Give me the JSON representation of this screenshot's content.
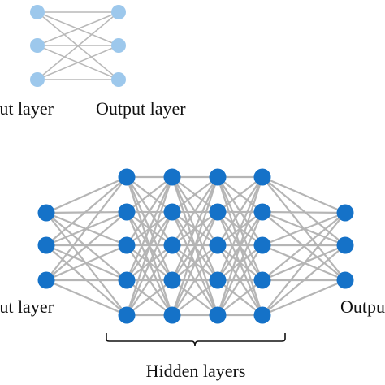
{
  "top_network": {
    "layers": [
      {
        "name": "input",
        "nodes": 3
      },
      {
        "name": "output",
        "nodes": 3
      }
    ],
    "input_label": "Input layer",
    "output_label": "Output layer",
    "node_color": "#9dc8ec",
    "edge_color": "#b9b9b9"
  },
  "bottom_network": {
    "layers": [
      {
        "name": "input",
        "nodes": 3
      },
      {
        "name": "hidden-1",
        "nodes": 5
      },
      {
        "name": "hidden-2",
        "nodes": 5
      },
      {
        "name": "hidden-3",
        "nodes": 5
      },
      {
        "name": "hidden-4",
        "nodes": 5
      },
      {
        "name": "output",
        "nodes": 3
      }
    ],
    "input_label": "Input layer",
    "output_label": "Output layer",
    "hidden_label": "Hidden layers",
    "node_color": "#1572c8",
    "edge_color": "#b5b5b5"
  }
}
